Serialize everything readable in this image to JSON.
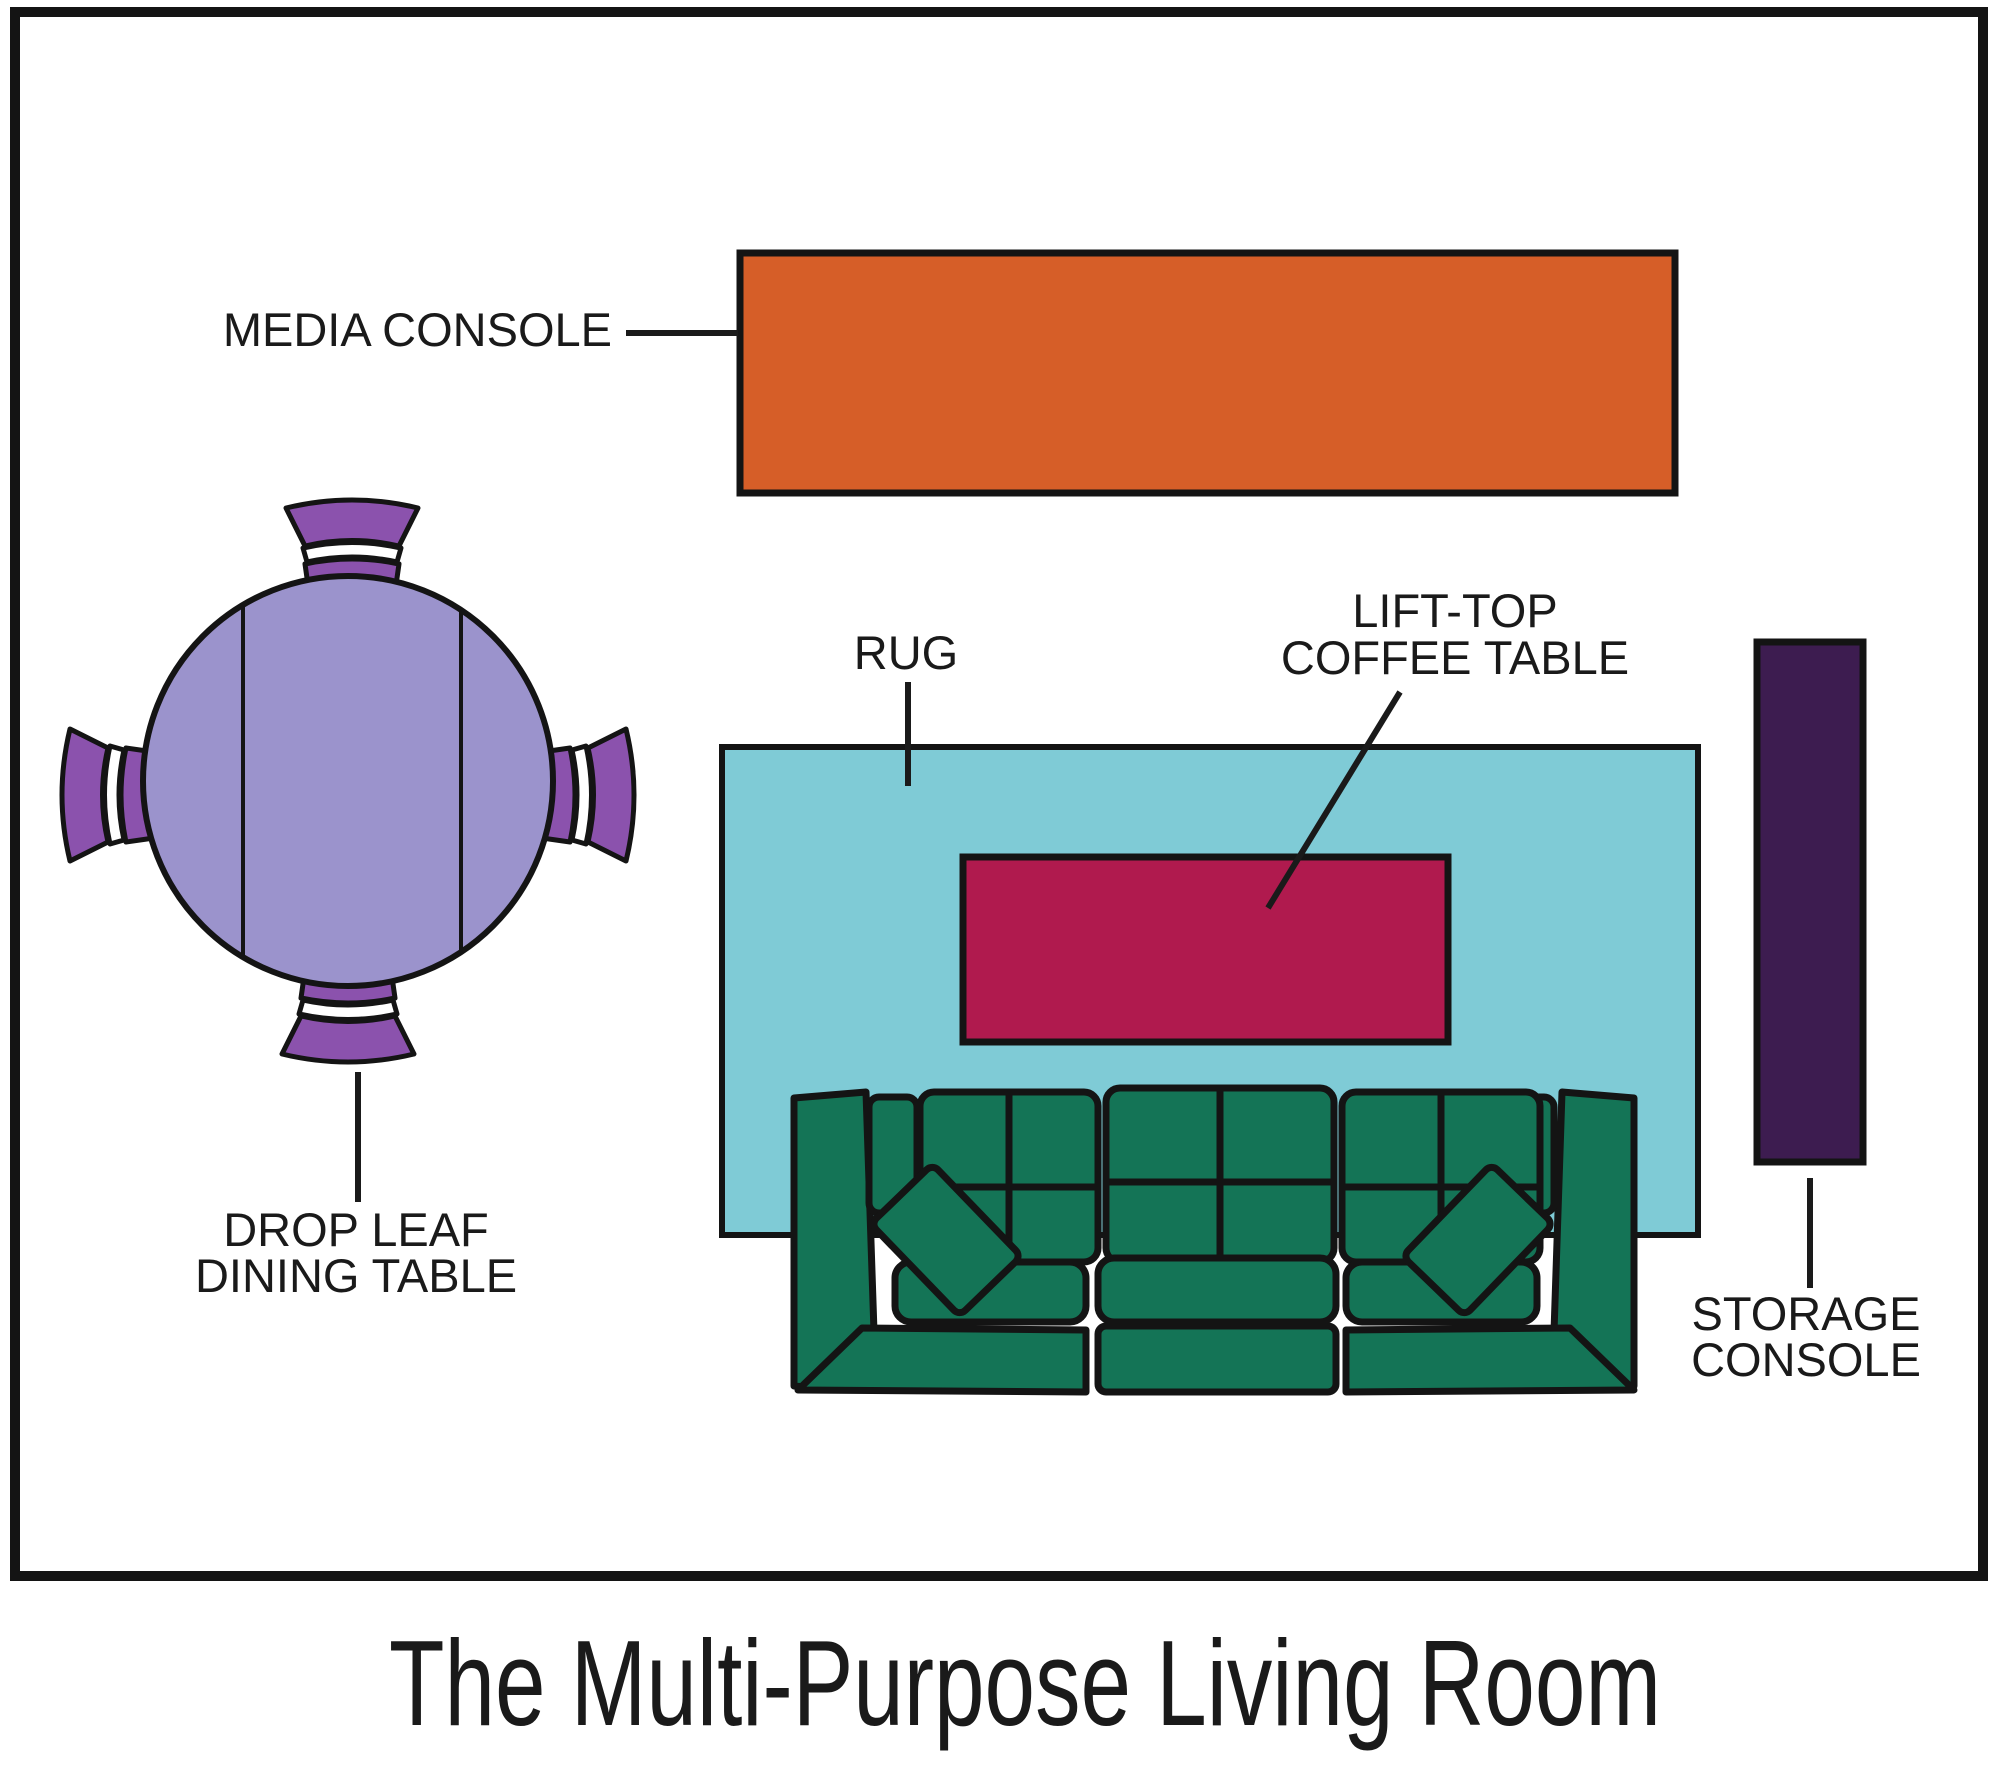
{
  "title": "The Multi-Purpose Living Room",
  "labels": {
    "media_console": "MEDIA CONSOLE",
    "rug": "RUG",
    "coffee_table_line1": "LIFT-TOP",
    "coffee_table_line2": "COFFEE TABLE",
    "dining_table_line1": "DROP LEAF",
    "dining_table_line2": "DINING TABLE",
    "storage_console_line1": "STORAGE",
    "storage_console_line2": "CONSOLE"
  },
  "colors": {
    "media_console": "#D65E28",
    "rug": "#7FCBD6",
    "coffee_table": "#B01A4E",
    "sofa": "#147456",
    "storage_console": "#3D1C50",
    "dining_table_top": "#9B93CC",
    "dining_chair": "#8B52AD",
    "outline": "#141414",
    "background": "#ffffff"
  }
}
